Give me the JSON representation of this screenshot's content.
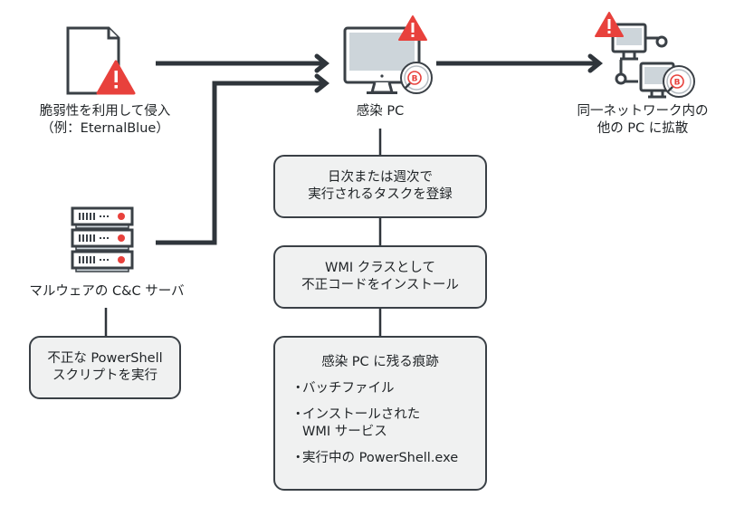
{
  "colors": {
    "line": "#2f353b",
    "warning": "#e8413c",
    "box_fill": "#f0f1f1",
    "screen": "#cdd5da",
    "coin": "#e8413c"
  },
  "nodes": {
    "exploit": {
      "icon": "document-warning-icon",
      "lines": [
        "脆弱性を利用して侵入",
        "（例：EternalBlue）"
      ]
    },
    "infected_pc": {
      "icon": "infected-monitor-icon",
      "lines": [
        "感染 PC"
      ]
    },
    "spread": {
      "icon": "network-monitors-icon",
      "lines": [
        "同一ネットワーク内の",
        "他の PC に拡散"
      ]
    },
    "cc_server": {
      "icon": "server-stack-icon",
      "lines": [
        "マルウェアの C&C サーバ"
      ]
    }
  },
  "boxes": {
    "powershell": [
      "不正な PowerShell",
      "スクリプトを実行"
    ],
    "task": [
      "日次または週次で",
      "実行されるタスクを登録"
    ],
    "wmi": [
      "WMI クラスとして",
      "不正コードをインストール"
    ],
    "traces": {
      "title": "感染 PC に残る痕跡",
      "bullet": "・",
      "items": [
        [
          "バッチファイル"
        ],
        [
          "インストールされた",
          "WMI サービス"
        ],
        [
          "実行中の PowerShell.exe"
        ]
      ]
    }
  }
}
